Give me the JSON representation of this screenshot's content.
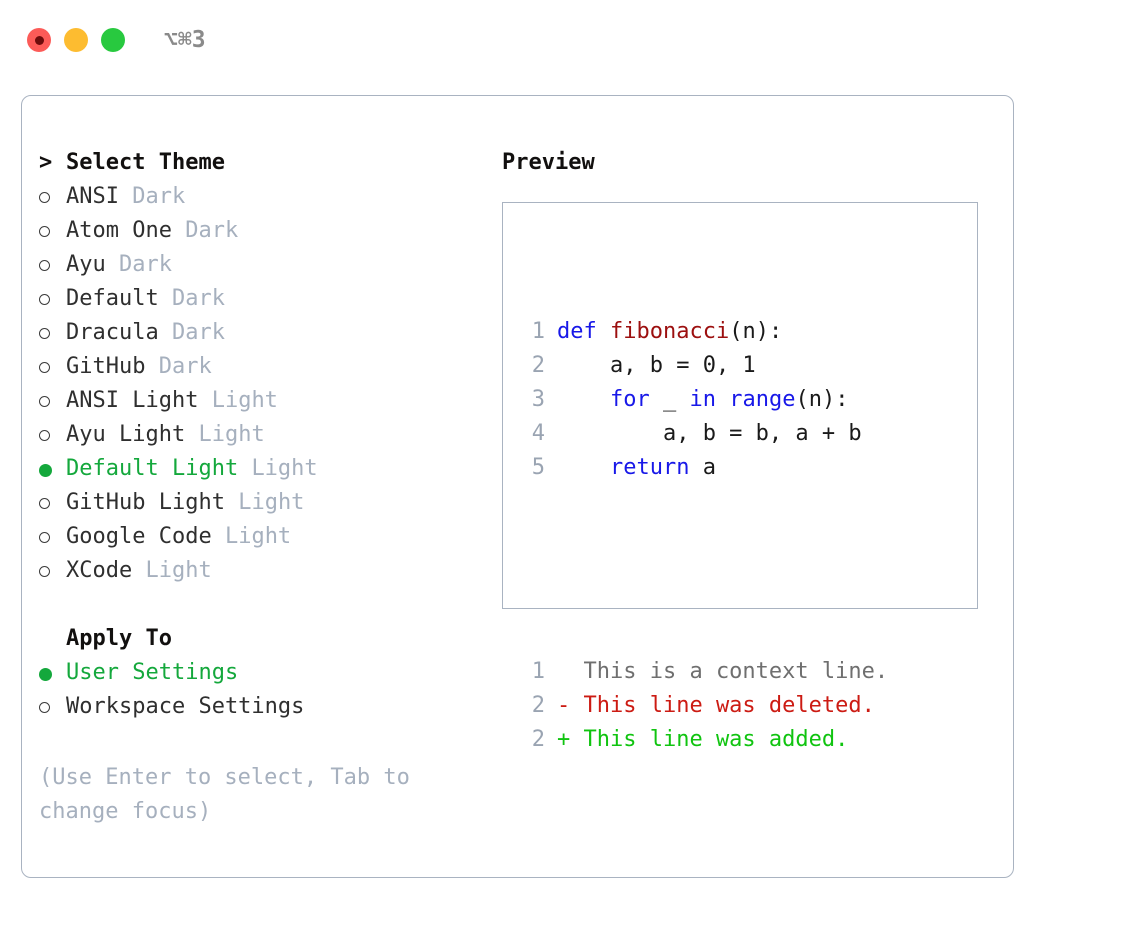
{
  "titlebar": {
    "shortcut": "⌥⌘3",
    "buttons": [
      {
        "name": "close",
        "color": "#fc5b58"
      },
      {
        "name": "minimize",
        "color": "#fdbc30"
      },
      {
        "name": "maximize",
        "color": "#28c93f"
      }
    ]
  },
  "theme_picker": {
    "heading": "Select Theme",
    "caret": ">",
    "items": [
      {
        "label": "ANSI",
        "tag": "Dark",
        "selected": false
      },
      {
        "label": "Atom One",
        "tag": "Dark",
        "selected": false
      },
      {
        "label": "Ayu",
        "tag": "Dark",
        "selected": false
      },
      {
        "label": "Default",
        "tag": "Dark",
        "selected": false
      },
      {
        "label": "Dracula",
        "tag": "Dark",
        "selected": false
      },
      {
        "label": "GitHub",
        "tag": "Dark",
        "selected": false
      },
      {
        "label": "ANSI Light",
        "tag": "Light",
        "selected": false
      },
      {
        "label": "Ayu Light",
        "tag": "Light",
        "selected": false
      },
      {
        "label": "Default Light",
        "tag": "Light",
        "selected": true
      },
      {
        "label": "GitHub Light",
        "tag": "Light",
        "selected": false
      },
      {
        "label": "Google Code",
        "tag": "Light",
        "selected": false
      },
      {
        "label": "XCode",
        "tag": "Light",
        "selected": false
      }
    ]
  },
  "apply_to": {
    "heading": "Apply To",
    "items": [
      {
        "label": "User Settings",
        "selected": true
      },
      {
        "label": "Workspace Settings",
        "selected": false
      }
    ]
  },
  "hint": "(Use Enter to select, Tab to change focus)",
  "preview": {
    "title": "Preview",
    "code_lines": [
      {
        "no": "1",
        "segments": [
          {
            "text": "def ",
            "kind": "kw"
          },
          {
            "text": "fibonacci",
            "kind": "fn"
          },
          {
            "text": "(n):",
            "kind": "plain"
          }
        ]
      },
      {
        "no": "2",
        "segments": [
          {
            "text": "    a, b = 0, 1",
            "kind": "plain"
          }
        ]
      },
      {
        "no": "3",
        "segments": [
          {
            "text": "    ",
            "kind": "plain"
          },
          {
            "text": "for",
            "kind": "kw"
          },
          {
            "text": " _ ",
            "kind": "plain"
          },
          {
            "text": "in",
            "kind": "kw"
          },
          {
            "text": " ",
            "kind": "plain"
          },
          {
            "text": "range",
            "kind": "kw"
          },
          {
            "text": "(n):",
            "kind": "plain"
          }
        ]
      },
      {
        "no": "4",
        "segments": [
          {
            "text": "        a, b = b, a + b",
            "kind": "plain"
          }
        ]
      },
      {
        "no": "5",
        "segments": [
          {
            "text": "    ",
            "kind": "plain"
          },
          {
            "text": "return",
            "kind": "kw"
          },
          {
            "text": " a",
            "kind": "plain"
          }
        ]
      }
    ],
    "diff_lines": [
      {
        "no": "1",
        "marker": " ",
        "text": "  This is a context line.",
        "kind": "ctx"
      },
      {
        "no": "2",
        "marker": "-",
        "text": "- This line was deleted.",
        "kind": "del"
      },
      {
        "no": "2",
        "marker": "+",
        "text": "+ This line was added.",
        "kind": "add"
      }
    ]
  },
  "colors": {
    "selected_green": "#14a83c",
    "tag_gray": "#a6b0be",
    "border": "#a9b3c1",
    "keyword_blue": "#1818e8",
    "function_red": "#9c0f0f",
    "diff_added": "#10c410",
    "diff_deleted": "#cc1b13"
  }
}
